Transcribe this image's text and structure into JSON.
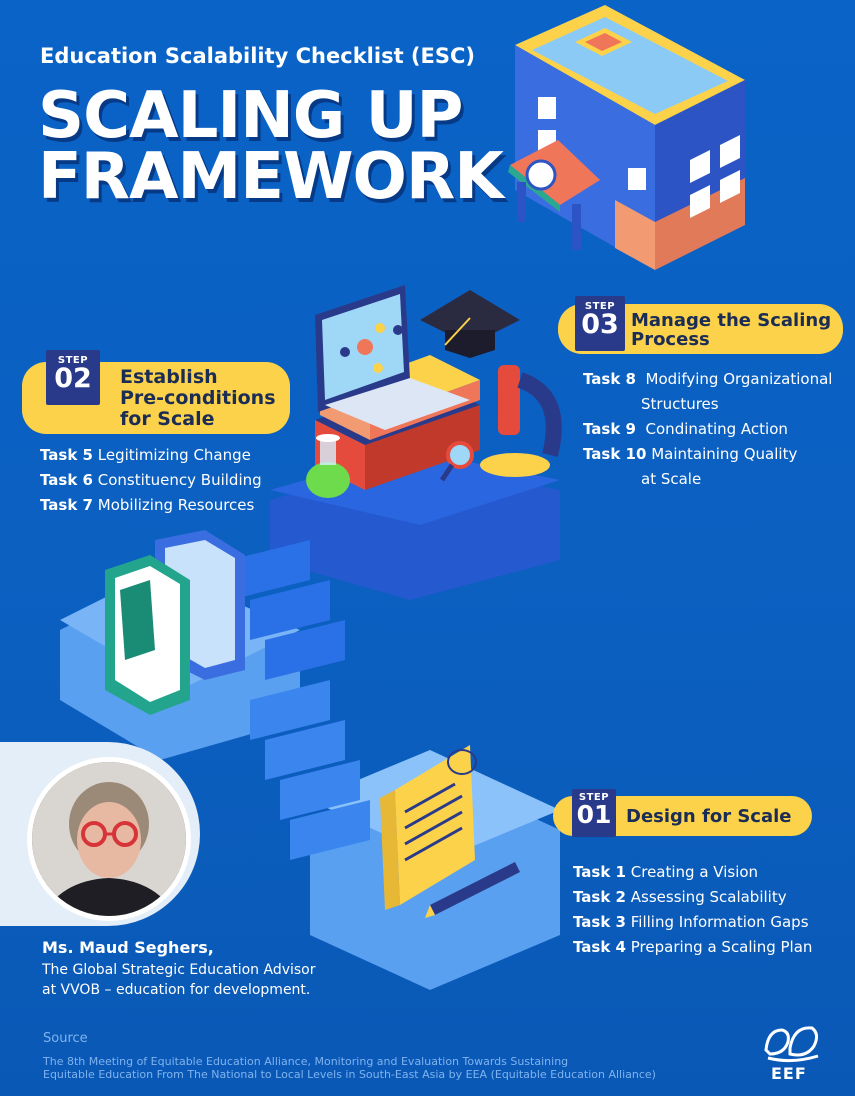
{
  "header": {
    "subtitle": "Education Scalability Checklist (ESC)",
    "title_line1": "SCALING UP",
    "title_line2": "FRAMEWORK"
  },
  "steps": [
    {
      "label": "STEP",
      "number": "01",
      "title_lines": [
        "Design for Scale"
      ],
      "tasks": [
        {
          "id": "Task 1",
          "text": "Creating a Vision"
        },
        {
          "id": "Task 2",
          "text": "Assessing Scalability"
        },
        {
          "id": "Task 3",
          "text": "Filling Information Gaps"
        },
        {
          "id": "Task 4",
          "text": "Preparing a Scaling Plan"
        }
      ]
    },
    {
      "label": "STEP",
      "number": "02",
      "title_lines": [
        "Establish",
        "Pre-conditions",
        "for Scale"
      ],
      "tasks": [
        {
          "id": "Task 5",
          "text": "Legitimizing Change"
        },
        {
          "id": "Task 6",
          "text": "Constituency Building"
        },
        {
          "id": "Task 7",
          "text": "Mobilizing Resources"
        }
      ]
    },
    {
      "label": "STEP",
      "number": "03",
      "title_lines": [
        "Manage the Scaling",
        "Process"
      ],
      "tasks": [
        {
          "id": "Task 8",
          "text": "Modifying Organizational",
          "cont": "Structures"
        },
        {
          "id": "Task 9",
          "text": "Condinating Action"
        },
        {
          "id": "Task 10",
          "text": "Maintaining Quality",
          "cont": "at Scale"
        }
      ]
    }
  ],
  "person": {
    "name": "Ms. Maud Seghers,",
    "role_line1": "The Global Strategic Education Advisor",
    "role_line2": "at VVOB – education for development."
  },
  "source": {
    "heading": "Source",
    "line1": "The 8th Meeting of Equitable Education Alliance, Monitoring and Evaluation Towards Sustaining",
    "line2": "Equitable Education From The National to Local Levels in South-East Asia by EEA (Equitable Education Alliance)"
  },
  "logo": {
    "text": "EEF"
  },
  "colors": {
    "background": "#0b62c4",
    "pill": "#fcd24a",
    "badge": "#2a3a8a"
  }
}
